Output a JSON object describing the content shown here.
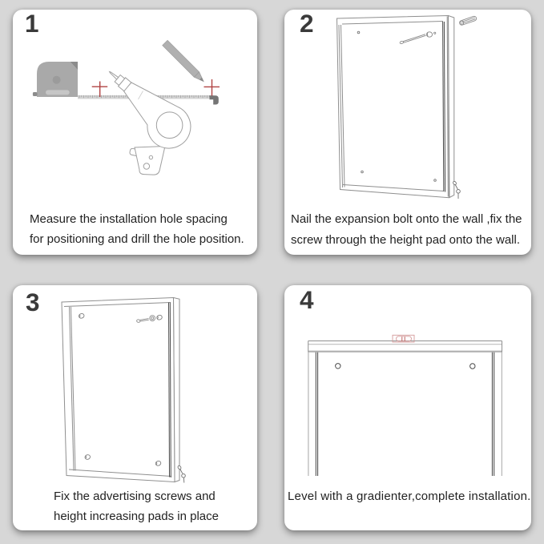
{
  "title": "Installation instructions (4 steps)",
  "colors": {
    "background": "#d7d7d7",
    "card": "#ffffff",
    "number_text": "#3a3a3a",
    "caption_text": "#222222",
    "line_light": "#9f9f9f",
    "line_dark": "#4a4a4a",
    "tool_gray": "#a9a9a9",
    "accent_red": "#b04343",
    "level_red": "#d49a9a"
  },
  "panels": [
    {
      "number": "1",
      "illustration": "measure-and-mark-holes",
      "caption_lines": [
        "Measure the installation hole spacing",
        "for positioning and drill the hole position."
      ]
    },
    {
      "number": "2",
      "illustration": "expansion-bolt-into-wall",
      "caption_lines": [
        "Nail the expansion bolt onto the wall ,fix the",
        "screw through the height pad onto the wall."
      ]
    },
    {
      "number": "3",
      "illustration": "fix-screws-and-pads",
      "caption_lines": [
        "Fix the advertising screws and",
        "height increasing pads in place"
      ]
    },
    {
      "number": "4",
      "illustration": "level-with-gradienter",
      "caption_lines": [
        "Level with a gradienter,complete installation."
      ]
    }
  ]
}
